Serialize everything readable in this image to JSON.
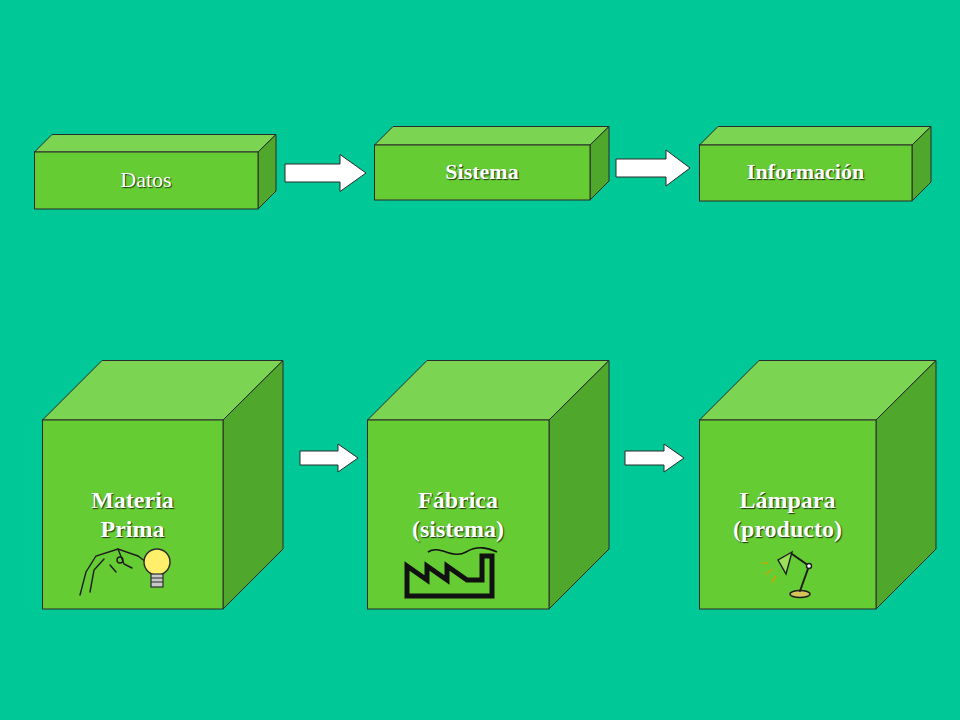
{
  "diagram": {
    "nodes": [
      {
        "text": [
          "Datos"
        ]
      },
      {
        "text": [
          "Sistema"
        ]
      },
      {
        "text": [
          "Información"
        ]
      },
      {
        "text": [
          "Materia Prima"
        ]
      },
      {
        "text": [
          "Fábrica (sistema)"
        ]
      },
      {
        "text": [
          "Lámpara (producto)"
        ]
      }
    ],
    "edges": [
      {
        "from": 0,
        "to": 1,
        "arrow": "to"
      },
      {
        "from": 1,
        "to": 2,
        "arrow": "to"
      },
      {
        "from": 3,
        "to": 4,
        "arrow": "to"
      },
      {
        "from": 4,
        "to": 5,
        "arrow": "to"
      }
    ]
  }
}
